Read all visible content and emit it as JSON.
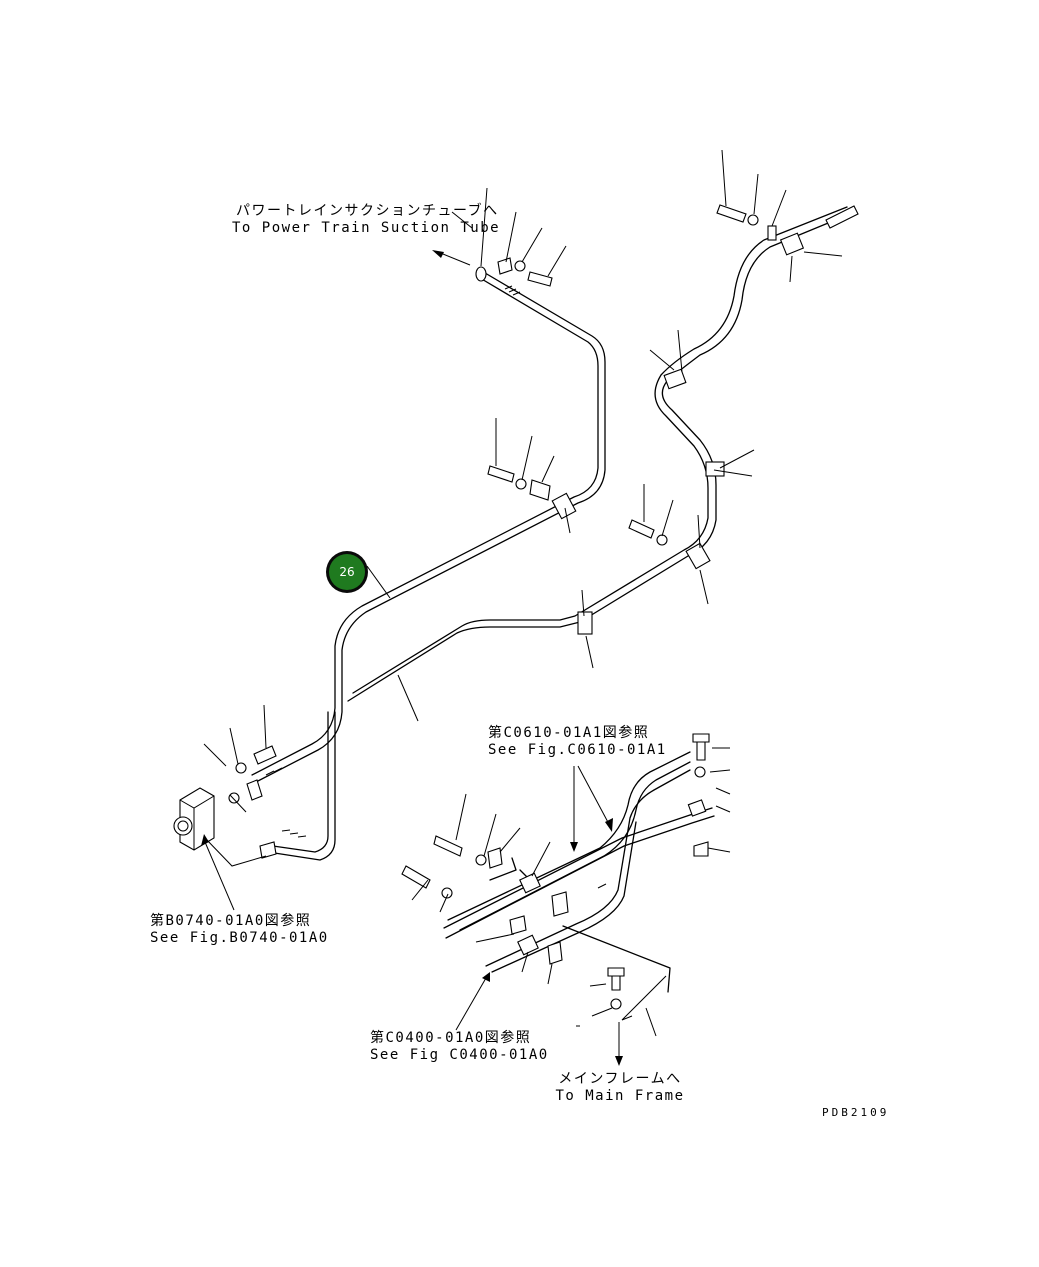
{
  "labels": {
    "power_train": {
      "jp": "パワートレインサクションチューブへ",
      "en": "To Power Train Suction Tube"
    },
    "fig_c0610": {
      "jp": "第C0610-01A1図参照",
      "en": "See Fig.C0610-01A1"
    },
    "fig_b0740": {
      "jp": "第B0740-01A0図参照",
      "en": "See Fig.B0740-01A0"
    },
    "fig_c0400": {
      "jp": "第C0400-01A0図参照",
      "en": "See Fig C0400-01A0"
    },
    "main_frame": {
      "jp": "メインフレームへ",
      "en": "To Main Frame"
    }
  },
  "callout": {
    "number": "26",
    "color": "#1f7a1f"
  },
  "drawing_code": "PDB2109"
}
